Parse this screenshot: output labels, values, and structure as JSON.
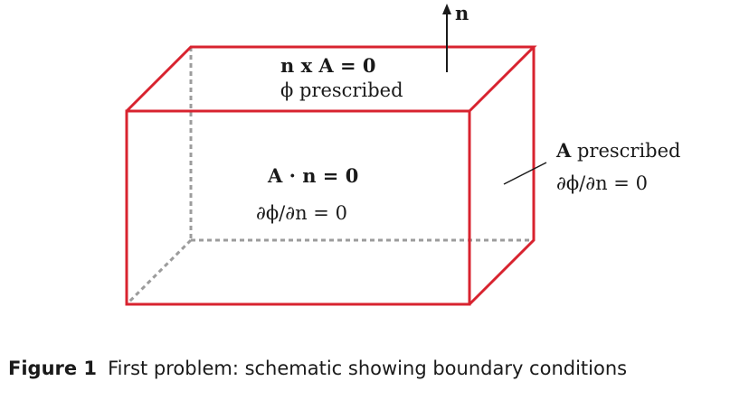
{
  "diagram": {
    "normal_label": "n",
    "top_face": {
      "condition_bold": "n x A = 0",
      "condition_plain": "ϕ prescribed"
    },
    "front_face": {
      "condition_bold": "A · n = 0",
      "condition_plain": "∂ϕ/∂n = 0"
    },
    "side_face": {
      "condition_bold_part": "A",
      "condition_rest": " prescribed",
      "condition_plain": "∂ϕ/∂n = 0"
    },
    "colors": {
      "box_edges": "#d8232f",
      "hidden_edges": "#9c9c9c",
      "text": "#1a1a1a"
    }
  },
  "caption": {
    "label": "Figure 1",
    "text": "First problem: schematic showing boundary conditions"
  }
}
